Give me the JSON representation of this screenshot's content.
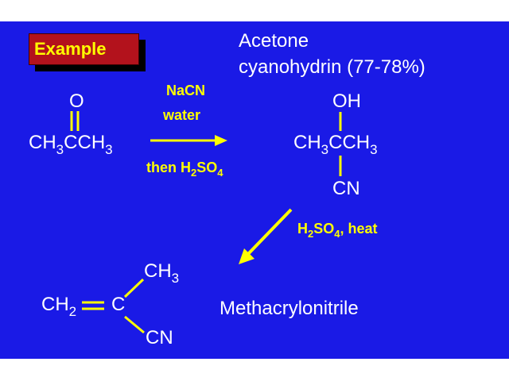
{
  "badge": {
    "label": "Example"
  },
  "product_title": {
    "line1": "Acetone",
    "line2": "cyanohydrin (77-78%)"
  },
  "acetone": {
    "o": "O",
    "ch3_left": "CH",
    "sub_left": "3",
    "c": "CC",
    "ch3_right": "H",
    "sub_right": "3"
  },
  "reagents_step1": {
    "line1": "NaCN",
    "line2": "water",
    "then": "then H",
    "sub2": "2",
    "so": "SO",
    "sub4": "4"
  },
  "cyanohydrin": {
    "oh": "OH",
    "ch_left": "CH",
    "sub_left": "3",
    "ccc": "CCH",
    "sub_right": "3",
    "cn": "CN"
  },
  "reagents_step2": {
    "h": "H",
    "sub2": "2",
    "so": "SO",
    "sub4": "4",
    "rest": ", heat"
  },
  "methacrylonitrile": {
    "ch2": "CH",
    "ch2_sub": "2",
    "c": "C",
    "ch3": "CH",
    "ch3_sub": "3",
    "cn": "CN",
    "name": "Methacrylonitrile"
  },
  "colors": {
    "background": "#1a1ae6",
    "accent": "#ffff00",
    "badge": "#b3121c",
    "text": "#ffffff"
  }
}
